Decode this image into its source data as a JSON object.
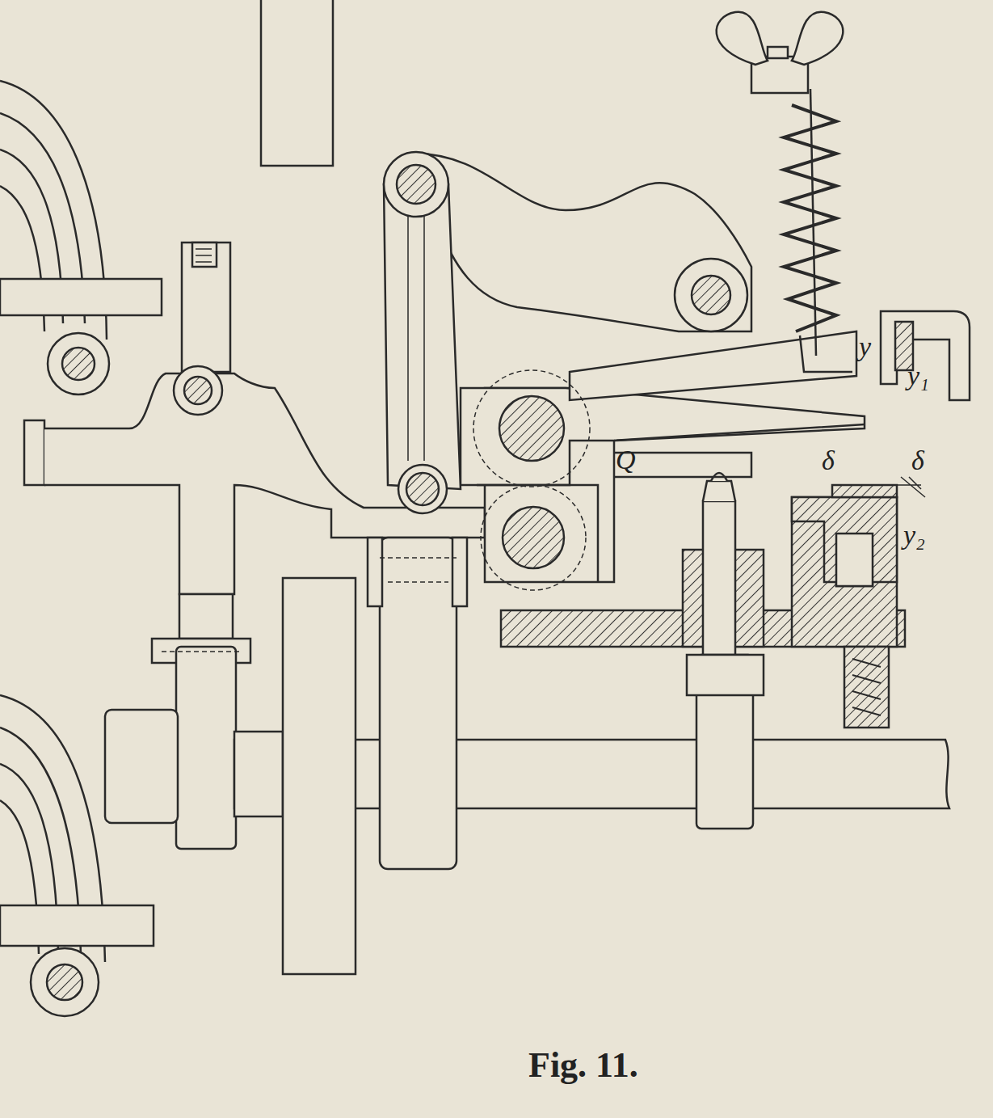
{
  "diagram": {
    "caption": "Fig. 11.",
    "labels": [
      "y",
      "y₁",
      "Q",
      "δ",
      "δ",
      "y₂"
    ]
  }
}
